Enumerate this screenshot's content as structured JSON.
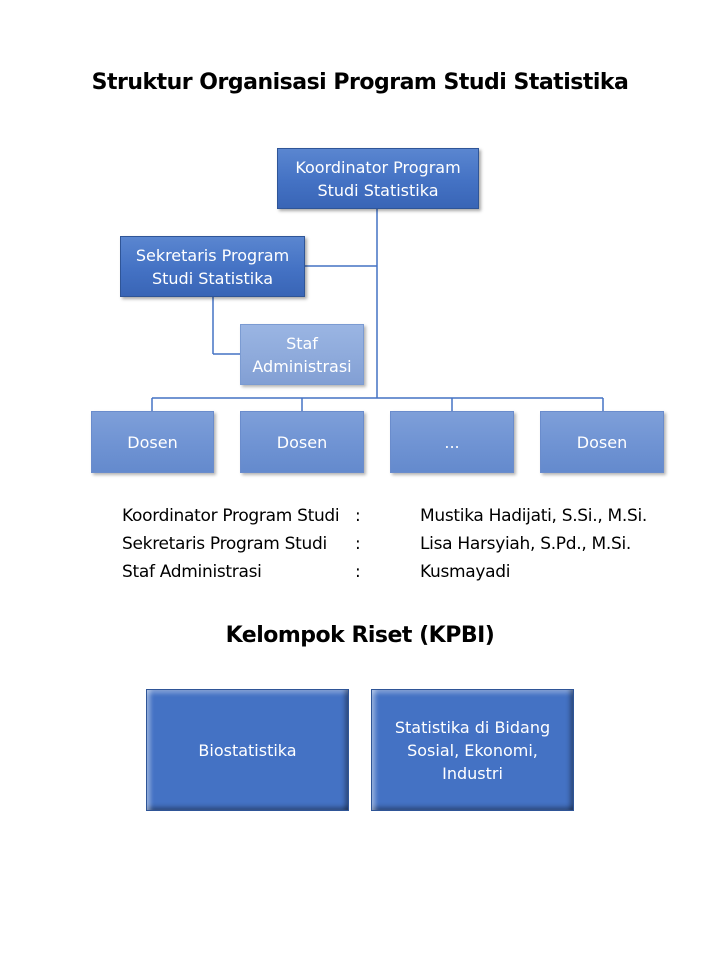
{
  "title": "Struktur Organisasi Program Studi Statistika",
  "org_chart": {
    "coordinator": "Koordinator Program\nStudi Statistika",
    "secretary": "Sekretaris Program\nStudi Statistika",
    "admin_staff": "Staf\nAdministrasi",
    "lecturers": [
      "Dosen",
      "Dosen",
      "...",
      "Dosen"
    ]
  },
  "officials": [
    {
      "role": "Koordinator Program Studi",
      "sep": ":",
      "name": "Mustika Hadijati, S.Si., M.Si."
    },
    {
      "role": "Sekretaris Program Studi",
      "sep": ":",
      "name": "Lisa Harsyiah, S.Pd., M.Si."
    },
    {
      "role": "Staf Administrasi",
      "sep": ":",
      "name": "Kusmayadi"
    }
  ],
  "research_title": "Kelompok Riset (KPBI)",
  "research_groups": [
    "Biostatistika",
    "Statistika di Bidang\nSosial, Ekonomi,\nIndustri"
  ],
  "colors": {
    "box_dark": "#4472c4",
    "box_light": "#8eaadb",
    "connector": "#4472c4"
  }
}
